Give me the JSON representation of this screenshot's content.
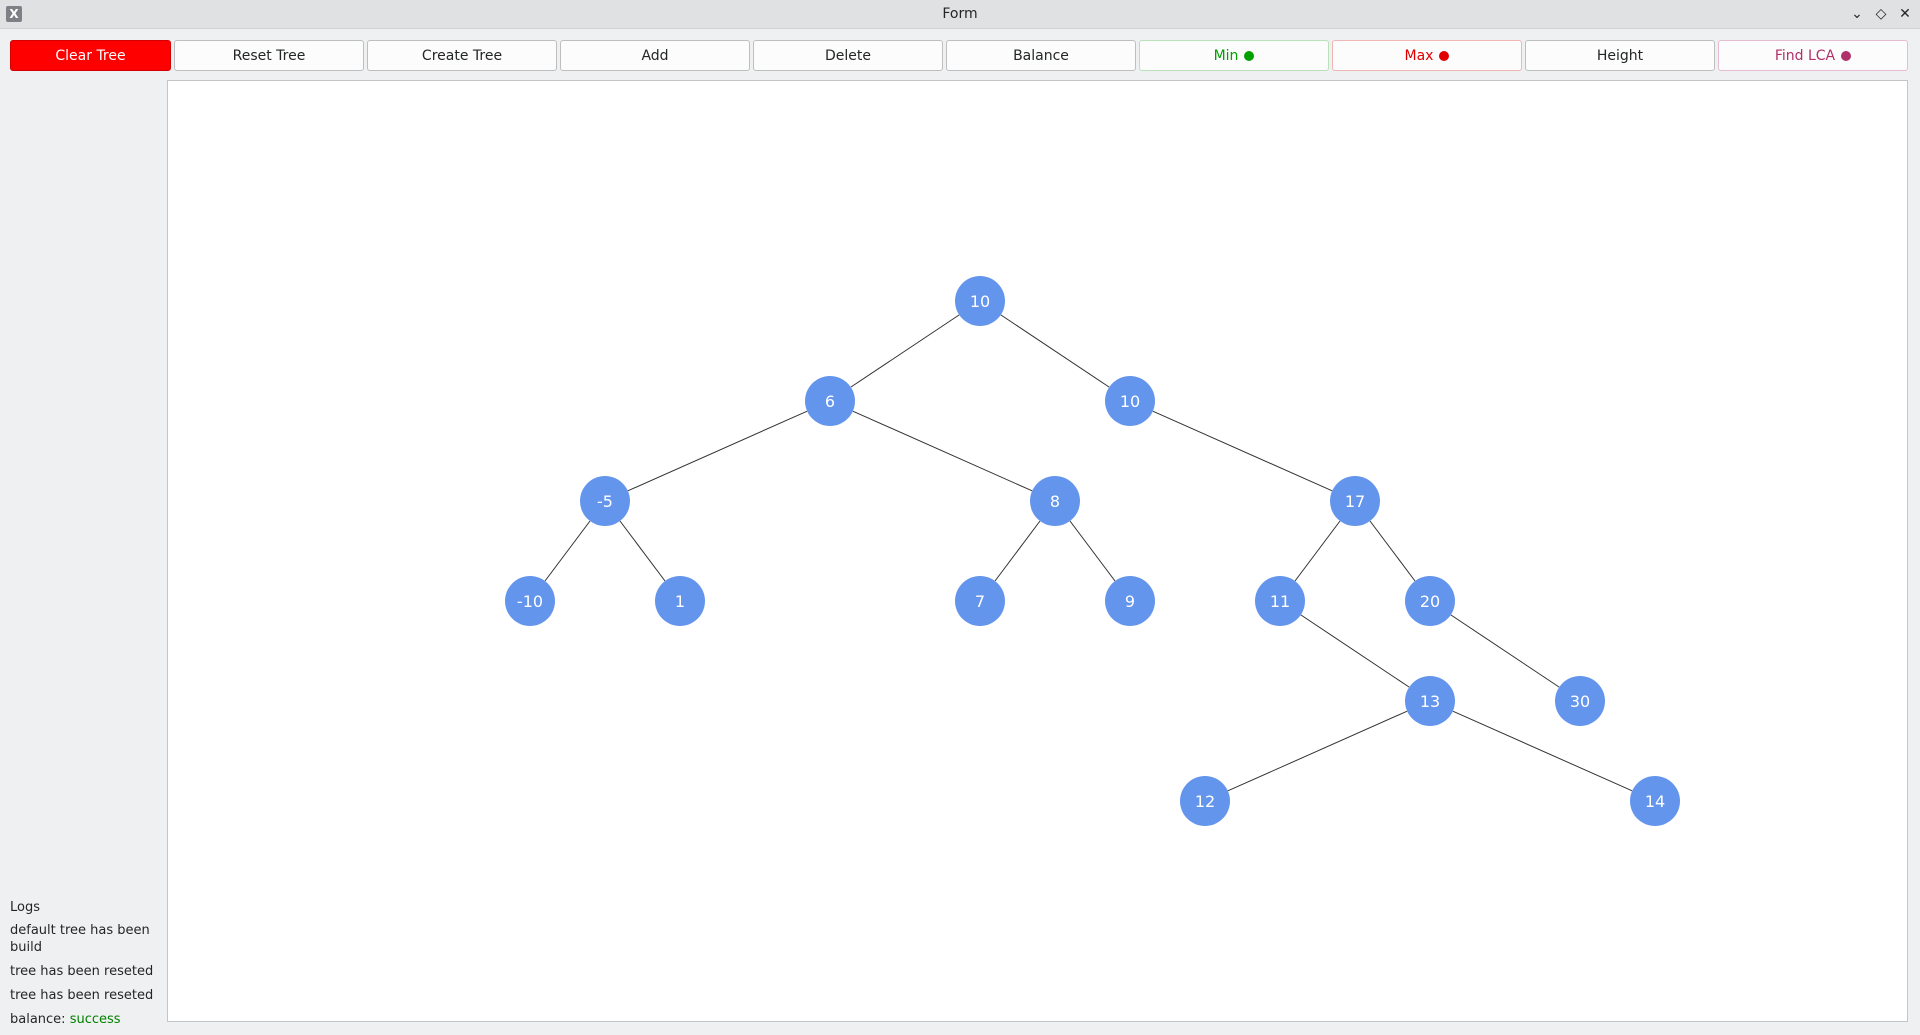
{
  "window": {
    "title": "Form",
    "app_icon_glyph": "X",
    "controls": [
      "minimize-icon",
      "maximize-icon",
      "close-icon"
    ]
  },
  "toolbar": {
    "clear": "Clear Tree",
    "reset": "Reset Tree",
    "create": "Create Tree",
    "add": "Add",
    "delete": "Delete",
    "balance": "Balance",
    "min": "Min",
    "max": "Max",
    "height": "Height",
    "lca": "Find LCA"
  },
  "colors": {
    "clear_bg": "#ff0000",
    "min": "#00a000",
    "max": "#e00000",
    "lca": "#b0306a",
    "node": "#6495ed",
    "edge": "#333333",
    "log_success": "#008000"
  },
  "logs": {
    "title": "Logs",
    "entries": [
      "default tree has been build",
      "tree has been reseted",
      "tree has been reseted"
    ],
    "balance_prefix": "balance:",
    "balance_status": "success"
  },
  "tree": {
    "nodes": [
      {
        "id": "n1",
        "value": "10",
        "parent": null,
        "depth": 0,
        "slot": 7
      },
      {
        "id": "n2",
        "value": "6",
        "parent": "n1",
        "depth": 1,
        "slot": 5
      },
      {
        "id": "n3",
        "value": "10",
        "parent": "n1",
        "depth": 1,
        "slot": 9
      },
      {
        "id": "n4",
        "value": "-5",
        "parent": "n2",
        "depth": 2,
        "slot": 2
      },
      {
        "id": "n5",
        "value": "8",
        "parent": "n2",
        "depth": 2,
        "slot": 8
      },
      {
        "id": "n6",
        "value": "17",
        "parent": "n3",
        "depth": 2,
        "slot": 12
      },
      {
        "id": "n7",
        "value": "-10",
        "parent": "n4",
        "depth": 3,
        "slot": 1
      },
      {
        "id": "n8",
        "value": "1",
        "parent": "n4",
        "depth": 3,
        "slot": 3
      },
      {
        "id": "n9",
        "value": "7",
        "parent": "n5",
        "depth": 3,
        "slot": 7
      },
      {
        "id": "n10",
        "value": "9",
        "parent": "n5",
        "depth": 3,
        "slot": 9
      },
      {
        "id": "n11",
        "value": "11",
        "parent": "n6",
        "depth": 3,
        "slot": 11
      },
      {
        "id": "n12",
        "value": "20",
        "parent": "n6",
        "depth": 3,
        "slot": 13
      },
      {
        "id": "n13",
        "value": "13",
        "parent": "n11",
        "depth": 4,
        "slot": 13
      },
      {
        "id": "n14",
        "value": "30",
        "parent": "n12",
        "depth": 4,
        "slot": 15
      },
      {
        "id": "n15",
        "value": "12",
        "parent": "n13",
        "depth": 5,
        "slot": 10
      },
      {
        "id": "n16",
        "value": "14",
        "parent": "n13",
        "depth": 5,
        "slot": 16
      }
    ]
  }
}
